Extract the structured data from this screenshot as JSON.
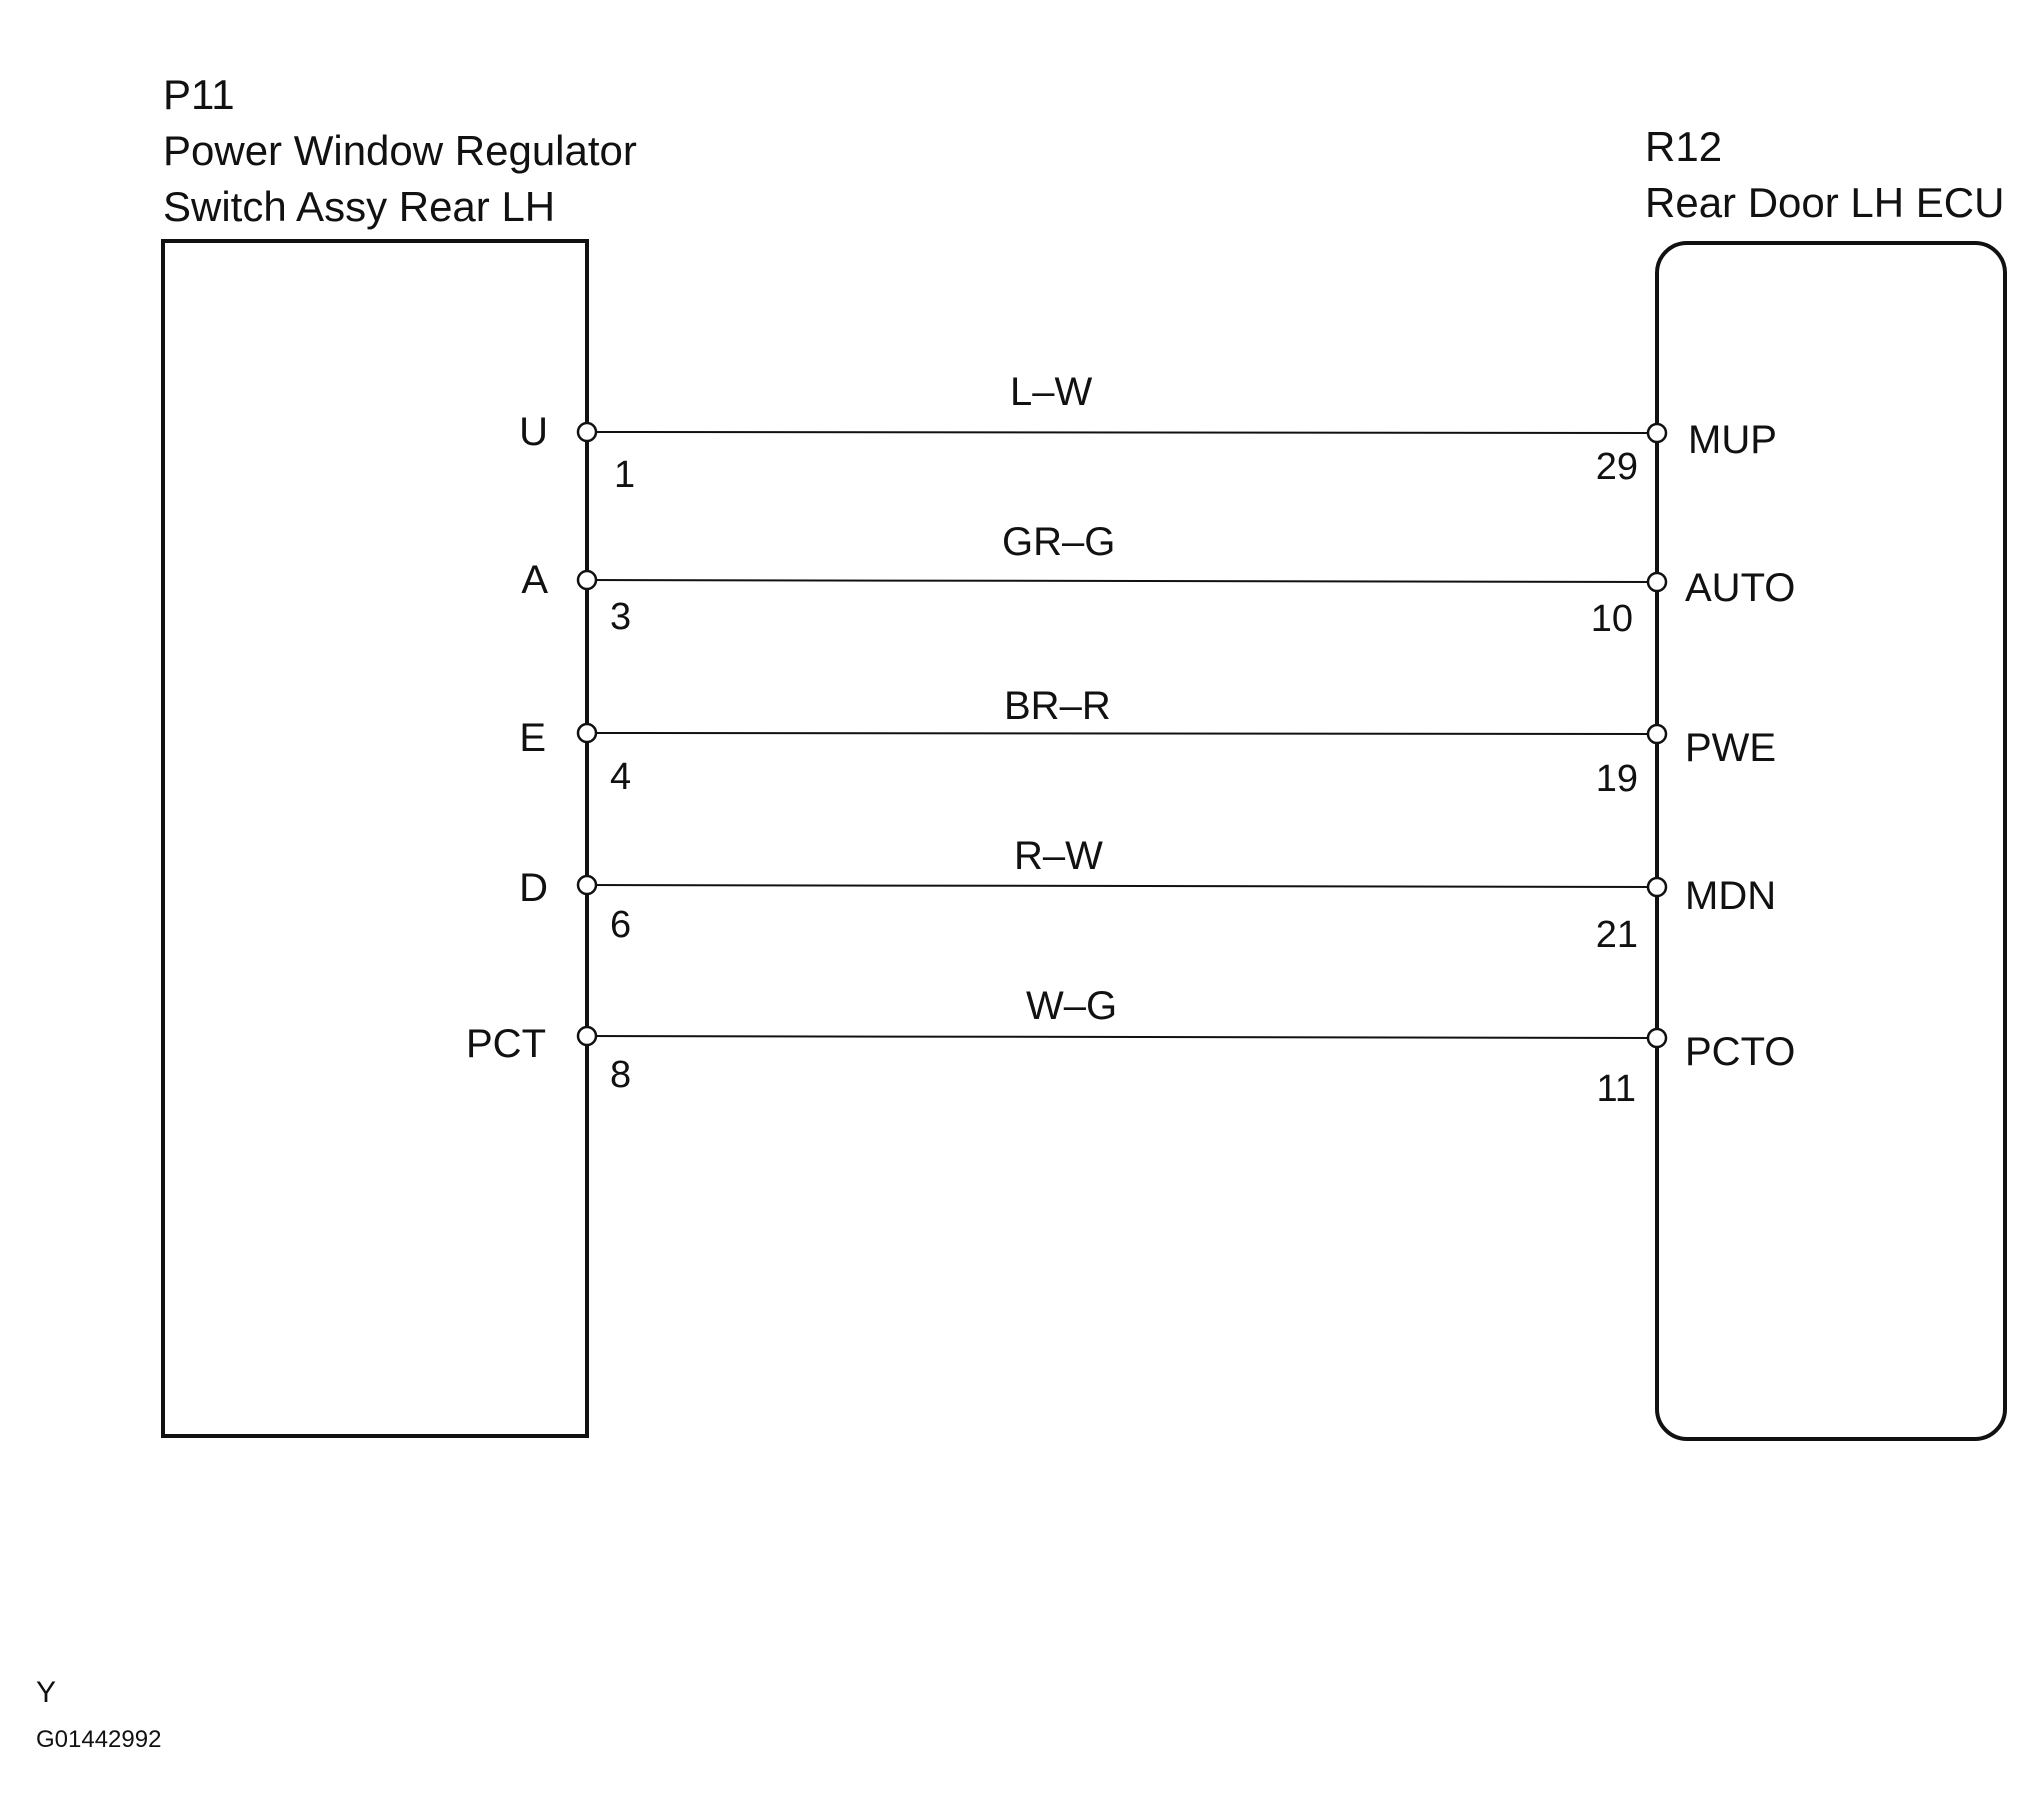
{
  "left_component": {
    "code": "P11",
    "name_line1": "Power Window Regulator",
    "name_line2": "Switch Assy Rear LH"
  },
  "right_component": {
    "code": "R12",
    "name": "Rear Door LH ECU"
  },
  "connections": [
    {
      "left_terminal": "U",
      "left_pin": "1",
      "wire_color": "L–W",
      "right_pin": "29",
      "right_terminal": "MUP"
    },
    {
      "left_terminal": "A",
      "left_pin": "3",
      "wire_color": "GR–G",
      "right_pin": "10",
      "right_terminal": "AUTO"
    },
    {
      "left_terminal": "E",
      "left_pin": "4",
      "wire_color": "BR–R",
      "right_pin": "19",
      "right_terminal": "PWE"
    },
    {
      "left_terminal": "D",
      "left_pin": "6",
      "wire_color": "R–W",
      "right_pin": "21",
      "right_terminal": "MDN"
    },
    {
      "left_terminal": "PCT",
      "left_pin": "8",
      "wire_color": "W–G",
      "right_pin": "11",
      "right_terminal": "PCTO"
    }
  ],
  "footer": {
    "mark": "Y",
    "figure_id": "G01442992"
  }
}
